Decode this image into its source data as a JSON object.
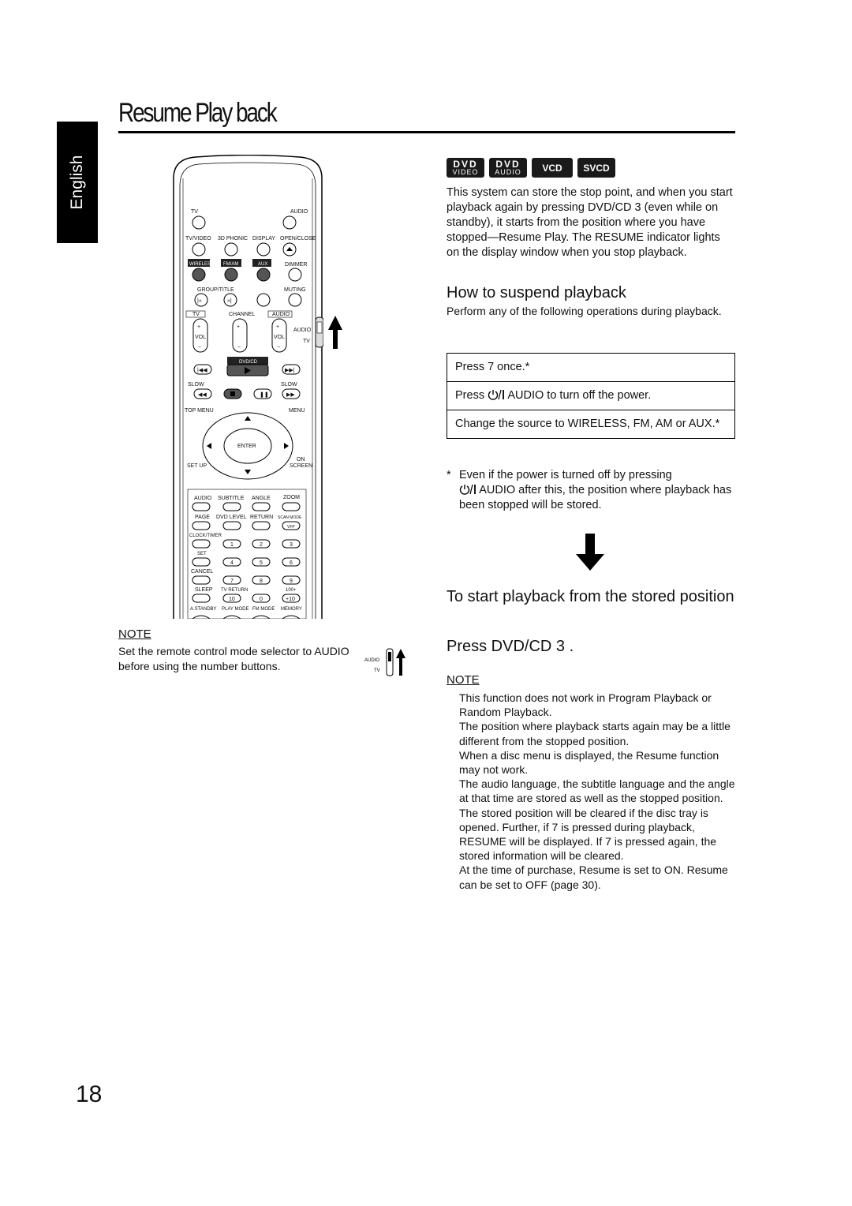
{
  "header": {
    "title": "Resume Play back",
    "language_tab": "English"
  },
  "remote": {
    "tv": "TV",
    "audio": "AUDIO",
    "tvvideo": "TV/VIDEO",
    "phonic": "3D PHONIC",
    "display": "DISPLAY",
    "openclose": "OPEN/CLOSE",
    "wireless": "WIRELESS",
    "fmam": "FM/AM",
    "aux": "AUX",
    "dimmer": "DIMMER",
    "group": "GROUP/TITLE",
    "muting": "MUTING",
    "tvbox": "TV",
    "channel": "CHANNEL",
    "audiobox": "AUDIO",
    "vol": "VOL",
    "audio_r": "AUDIO",
    "tv_r": "TV",
    "dvdcd": "DVD/CD",
    "slow_l": "SLOW",
    "slow_r": "SLOW",
    "topmenu": "TOP MENU",
    "menu": "MENU",
    "enter": "ENTER",
    "setup": "SET UP",
    "on": "ON",
    "screen": "SCREEN",
    "b_audio": "AUDIO",
    "subtitle": "SUBTITLE",
    "angle": "ANGLE",
    "zoom": "ZOOM",
    "page": "PAGE",
    "dvdlevel": "DVD LEVEL",
    "return": "RETURN",
    "scanmode": "SCAN MODE",
    "vfp": "VFP",
    "clock": "CLOCK/TIMER",
    "set": "SET",
    "cancel": "CANCEL",
    "sleep": "SLEEP",
    "tvreturn": "TV RETURN",
    "hundred": "100+",
    "n1": "1",
    "n2": "2",
    "n3": "3",
    "n4": "4",
    "n5": "5",
    "n6": "6",
    "n7": "7",
    "n8": "8",
    "n9": "9",
    "n10": "10",
    "n0": "0",
    "n_plus10": "+10",
    "astandby": "A.STANDBY",
    "playmode": "PLAY MODE",
    "fmmode": "FM MODE",
    "memory": "MEMORY"
  },
  "note_left": {
    "heading": "NOTE",
    "text": "Set the remote control mode selector to AUDIO before using the number buttons.",
    "switch_audio": "AUDIO",
    "switch_tv": "TV"
  },
  "disc_badges": [
    {
      "top": "DVD",
      "sub": "VIDEO"
    },
    {
      "top": "DVD",
      "sub": "AUDIO"
    },
    {
      "top": "VCD",
      "sub": ""
    },
    {
      "top": "SVCD",
      "sub": ""
    }
  ],
  "intro": "This system can store the stop point, and when you start playback again by pressing DVD/CD 3 (even while on standby), it starts from the position where you have stopped—Resume Play. The RESUME indicator lights on the display window when you stop playback.",
  "how_to_suspend": {
    "title": "How to suspend playback",
    "text": "Perform any of the following operations during playback.",
    "operations": [
      "Press 7 once.*",
      "Press",
      "AUDIO to turn off the power.",
      "Change the source to WIRELESS, FM, AM or AUX.*"
    ]
  },
  "footnote": {
    "star": "*",
    "text": "Even if the power is turned off by pressing",
    "text_after": "AUDIO after this, the position where playback has been stopped will be stored."
  },
  "start": {
    "title": "To start playback  from the stored position",
    "press": "Press DVD/CD 3 ."
  },
  "note_right": {
    "heading": "NOTE",
    "items": [
      "This function does not work in Program Playback or Random Playback.",
      "The position where playback starts again may be a little different from the stopped position.",
      "When a disc menu is displayed, the Resume function may not work.",
      "The audio language, the subtitle language and the angle at that time are stored as well as the stopped position.",
      "The stored position will be cleared if the disc tray is opened. Further, if 7 is pressed during playback, RESUME will be displayed. If 7 is pressed again, the stored information will be cleared.",
      "At the time of purchase, Resume is set to ON. Resume can be set to OFF (page 30)."
    ]
  },
  "page_number": "18"
}
